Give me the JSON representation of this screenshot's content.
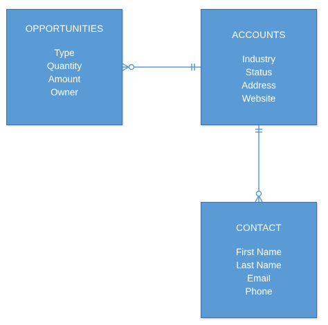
{
  "entities": {
    "opportunities": {
      "title": "OPPORTUNITIES",
      "fields": [
        "Type",
        "Quantity",
        "Amount",
        "Owner"
      ]
    },
    "accounts": {
      "title": "ACCOUNTS",
      "fields": [
        "Industry",
        "Status",
        "Address",
        "Website"
      ]
    },
    "contact": {
      "title": "CONTACT",
      "fields": [
        "First Name",
        "Last Name",
        "Email",
        "Phone"
      ]
    }
  },
  "relationships": [
    {
      "from": "opportunities",
      "from_cardinality": "zero-or-many",
      "to": "accounts",
      "to_cardinality": "one-and-only-one"
    },
    {
      "from": "accounts",
      "from_cardinality": "one-and-only-one",
      "to": "contact",
      "to_cardinality": "zero-or-many"
    }
  ],
  "colors": {
    "entity_fill": "#5b9bd5",
    "entity_border": "#41719c",
    "connector": "#5b9bd5",
    "text": "#ffffff"
  }
}
